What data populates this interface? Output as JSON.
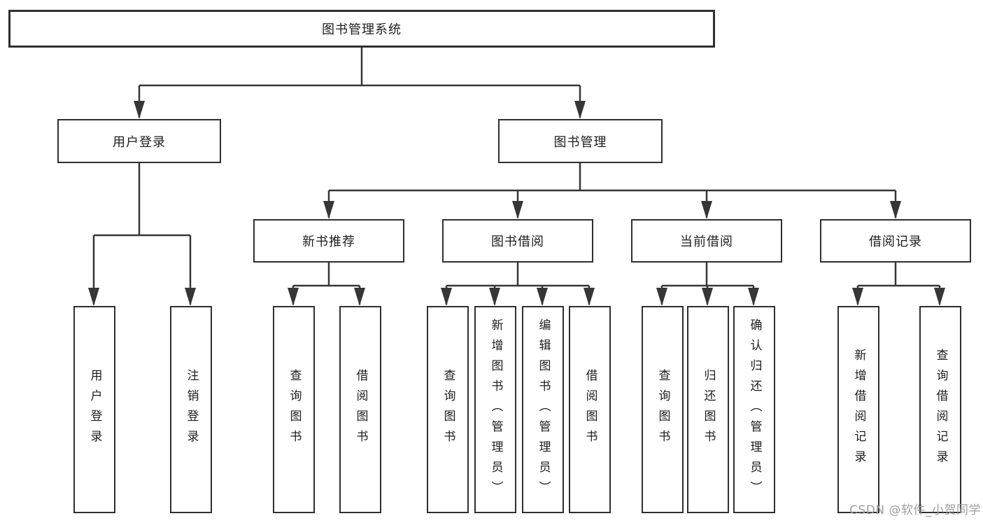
{
  "diagram": {
    "root": {
      "label": "图书管理系统"
    },
    "level2": {
      "user_login": {
        "label": "用户登录"
      },
      "book_management": {
        "label": "图书管理"
      }
    },
    "level3": {
      "new_book_recommend": {
        "label": "新书推荐"
      },
      "book_borrowing": {
        "label": "图书借阅"
      },
      "current_borrowing": {
        "label": "当前借阅"
      },
      "borrowing_records": {
        "label": "借阅记录"
      }
    },
    "leaves": {
      "user_login": {
        "label": "用户登录"
      },
      "logout": {
        "label": "注销登录"
      },
      "query_books_recommend": {
        "label": "查询图书"
      },
      "borrow_books_recommend": {
        "label": "借阅图书"
      },
      "query_books_borrowing": {
        "label": "查询图书"
      },
      "add_books_admin": {
        "label": "新增图书（管理员）"
      },
      "edit_books_admin": {
        "label": "编辑图书（管理员）"
      },
      "borrow_books_borrowing": {
        "label": "借阅图书"
      },
      "query_books_current": {
        "label": "查询图书"
      },
      "return_books": {
        "label": "归还图书"
      },
      "confirm_return_admin": {
        "label": "确认归还（管理员）"
      },
      "add_borrowing_record": {
        "label": "新增借阅记录"
      },
      "query_borrowing_record": {
        "label": "查询借阅记录"
      }
    }
  },
  "watermark": {
    "text": "CSDN @软件_小贺同学"
  },
  "colors": {
    "line": "#363636",
    "box_border": "#2f2f2f",
    "text": "#1d1d1d",
    "watermark": "#9f9f9f",
    "background": "#ffffff"
  }
}
